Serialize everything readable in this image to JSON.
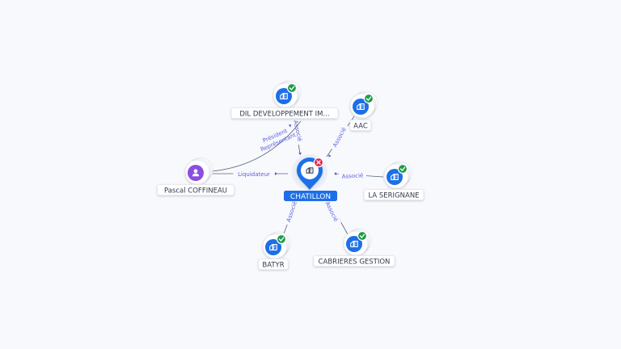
{
  "colors": {
    "company": "#1d6fe8",
    "person": "#8a4fe0",
    "active_badge": "#1f9d4a",
    "closed_badge": "#e0244a",
    "edge_label": "#5b5fe0"
  },
  "center": {
    "id": "chatillon",
    "label": "CHATILLON",
    "type": "company",
    "status": "closed"
  },
  "nodes": [
    {
      "id": "dil",
      "label": "DIL DEVELOPPEMENT IM...",
      "type": "company",
      "status": "active"
    },
    {
      "id": "aac",
      "label": "AAC",
      "type": "company",
      "status": "active"
    },
    {
      "id": "serignane",
      "label": "LA SERIGNANE",
      "type": "company",
      "status": "active"
    },
    {
      "id": "cabrieres",
      "label": "CABRIERES GESTION",
      "type": "company",
      "status": "active"
    },
    {
      "id": "batyr",
      "label": "BATYR",
      "type": "company",
      "status": "active"
    },
    {
      "id": "pascal",
      "label": "Pascal COFFINEAU",
      "type": "person",
      "status": "none"
    }
  ],
  "edges": [
    {
      "from": "dil",
      "label": "Associé"
    },
    {
      "from": "aac",
      "label": "Associé"
    },
    {
      "from": "serignane",
      "label": "Associé"
    },
    {
      "from": "cabrieres",
      "label": "Associé"
    },
    {
      "from": "batyr",
      "label": "Associé"
    },
    {
      "from": "pascal",
      "label": "Liquidateur"
    },
    {
      "from": "pascal",
      "to": "dil",
      "label": "Président",
      "label2": "Représentant"
    }
  ]
}
